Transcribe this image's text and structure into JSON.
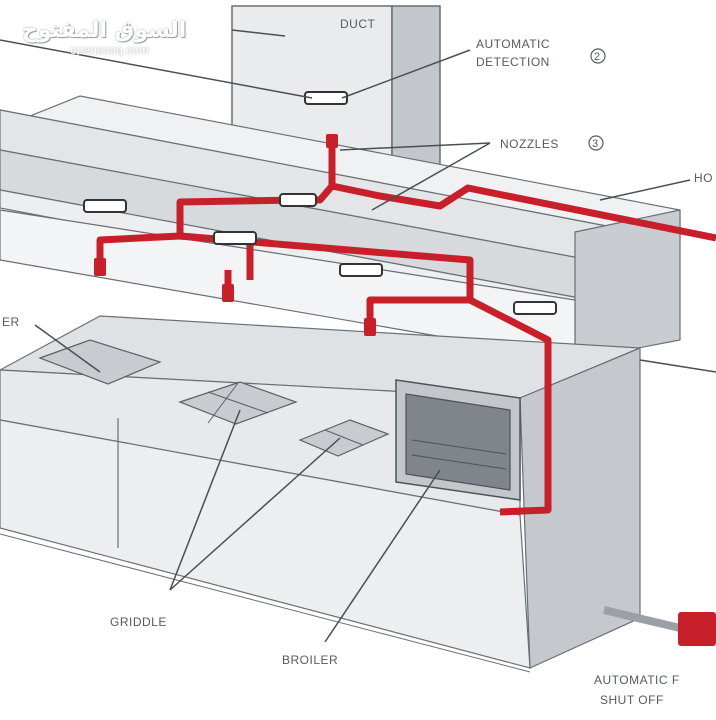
{
  "watermark": {
    "arabic": "السوق المفتوح",
    "latin": "opensooq.com"
  },
  "labels": {
    "duct": "DUCT",
    "automatic_detection_line1": "AUTOMATIC",
    "automatic_detection_line2": "DETECTION",
    "automatic_detection_num": "2",
    "nozzles": "NOZZLES",
    "nozzles_num": "3",
    "hood": "HO",
    "fryer": "ER",
    "griddle": "GRIDDLE",
    "broiler": "BROILER",
    "fuel_shutoff_line1": "AUTOMATIC F",
    "fuel_shutoff_line2": "SHUT OFF"
  },
  "colors": {
    "pipe": "#c8202a",
    "metal_light": "#e8eaec",
    "metal_mid": "#d5d8db",
    "metal_dark": "#b9bdc2",
    "line": "#5b6067"
  }
}
